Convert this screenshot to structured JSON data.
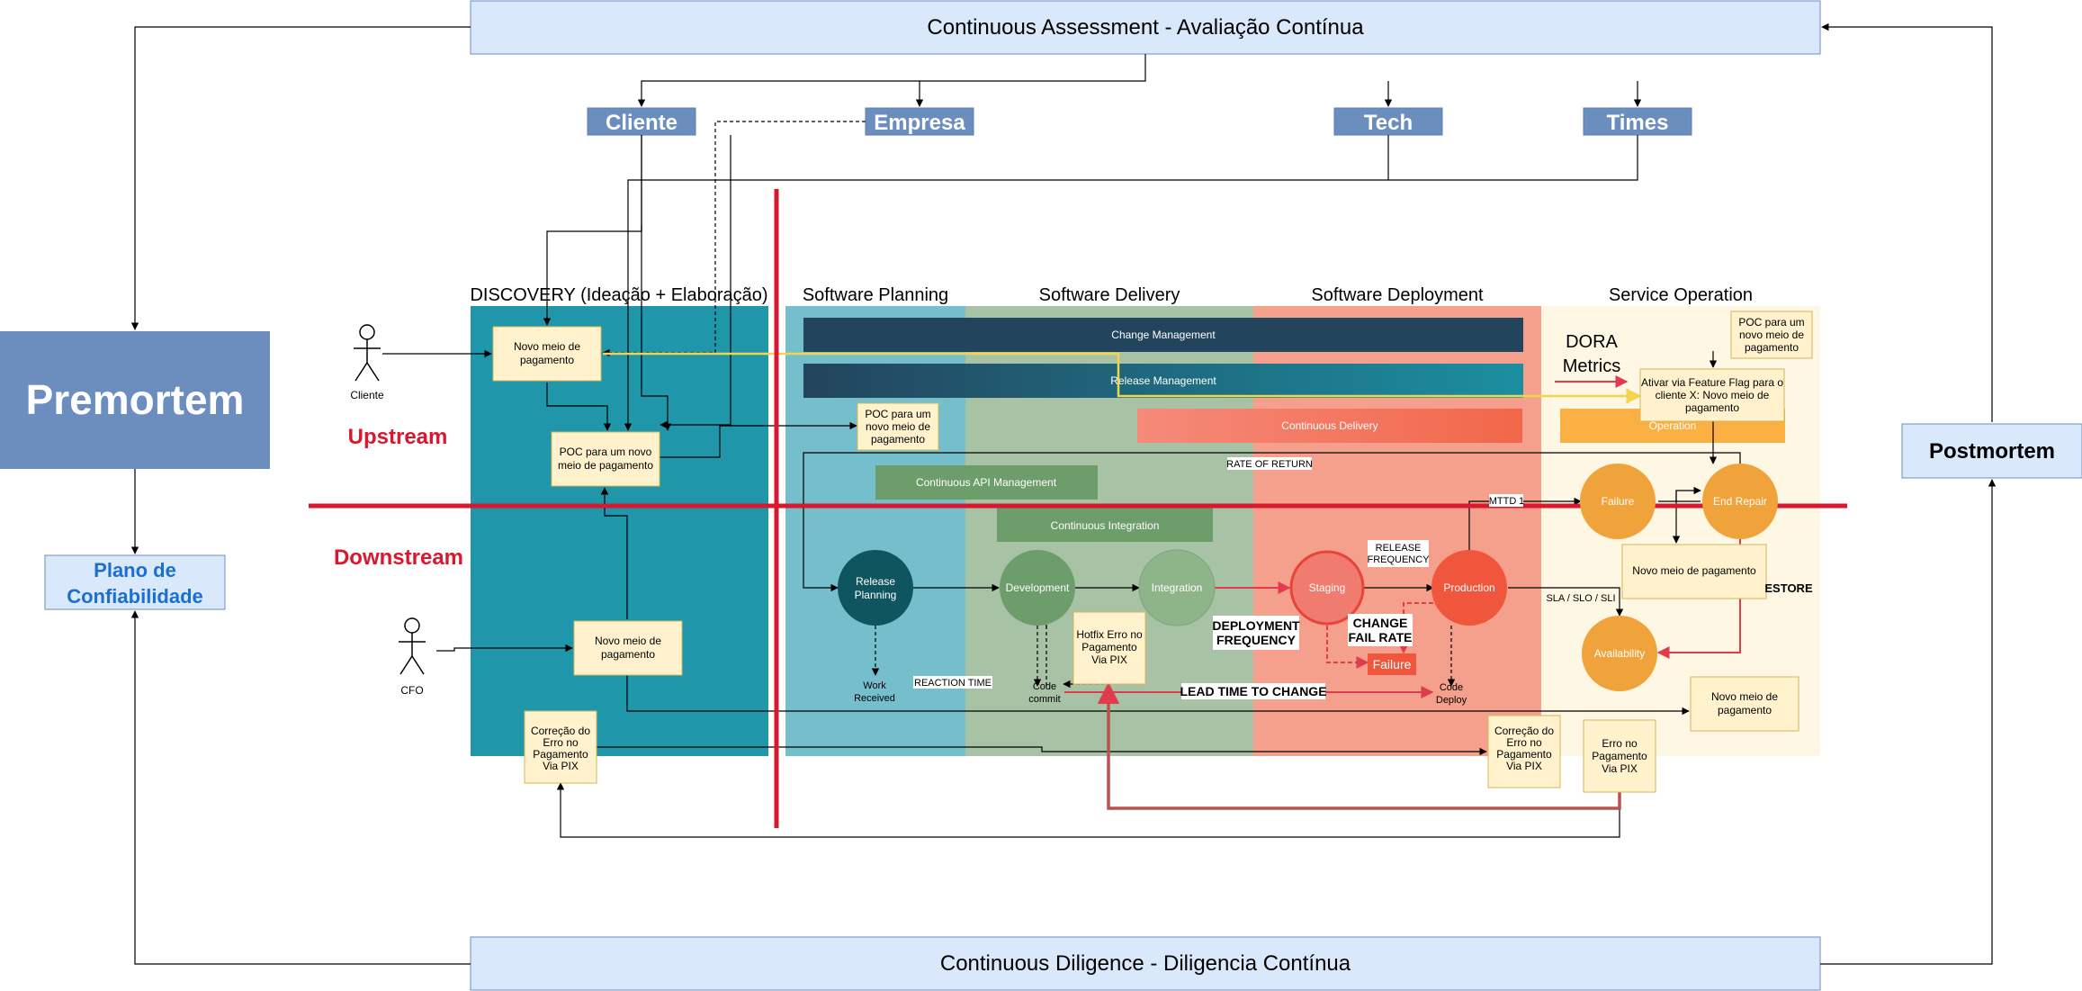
{
  "top_bar": "Continuous Assessment - Avaliação Contínua",
  "bottom_bar": "Continuous Diligence - Diligencia Contínua",
  "premortem": "Premortem",
  "postmortem": "Postmortem",
  "plano": [
    "Plano de",
    "Confiabilidade"
  ],
  "tags": [
    "Cliente",
    "Empresa",
    "Tech",
    "Times"
  ],
  "phases": [
    "DISCOVERY (Ideação + Elaboração)",
    "Software Planning",
    "Software Delivery",
    "Software Deployment",
    "Service Operation"
  ],
  "upstream": "Upstream",
  "downstream": "Downstream",
  "actors": [
    "Cliente",
    "CFO"
  ],
  "bars": {
    "change": "Change Management",
    "release": "Release Management",
    "cd": "Continuous Delivery",
    "operation": "Operation",
    "api": "Continuous API Management",
    "ci": "Continuous Integration"
  },
  "nodes": {
    "release_planning": [
      "Release",
      "Planning"
    ],
    "development": "Development",
    "integration": "Integration",
    "staging": "Staging",
    "production": "Production",
    "failure": "Failure",
    "end_repair": "End Repair",
    "availability": "Availability"
  },
  "notes": {
    "n1": [
      "Novo meio de",
      "pagamento"
    ],
    "n2": [
      "POC para um novo",
      "meio de pagamento"
    ],
    "n3": [
      "Novo meio de",
      "pagamento"
    ],
    "n4": [
      "Correção do",
      "Erro no",
      "Pagamento",
      "Via PIX"
    ],
    "n5": [
      "POC para um",
      "novo meio de",
      "pagamento"
    ],
    "n6": [
      "Hotfix Erro no",
      "Pagamento",
      "Via PIX"
    ],
    "n7": [
      "POC para um",
      "novo meio de",
      "pagamento"
    ],
    "n8": [
      "Ativar via Feature Flag para o",
      "cliente X: Novo meio de",
      "pagamento"
    ],
    "n9": "Novo meio de pagamento",
    "n10": [
      "Novo meio de",
      "pagamento"
    ],
    "n11": [
      "Correção do",
      "Erro no",
      "Pagamento",
      "Via PIX"
    ],
    "n12": [
      "Erro no",
      "Pagamento",
      "Via PIX"
    ]
  },
  "labels": {
    "dora": [
      "DORA",
      "Metrics"
    ],
    "rate_of_return": "RATE OF RETURN",
    "mttd": "MTTD",
    "release_freq": [
      "RELEASE",
      "FREQUENCY"
    ],
    "deploy_freq": [
      "DEPLOYMENT",
      "FREQUENCY"
    ],
    "cfr": [
      "CHANGE",
      "FAIL RATE"
    ],
    "failure_box": "Failure",
    "work_received": [
      "Work",
      "Received"
    ],
    "reaction_time": "REACTION TIME",
    "code_commit": [
      "Code",
      "commit"
    ],
    "lead_time": "LEAD TIME TO CHANGE",
    "code_deploy": [
      "Code",
      "Deploy"
    ],
    "sla": "SLA / SLO / SLI",
    "restore": "ESTORE",
    "mttd_suffix": "1"
  },
  "colors": {
    "light_blue": "#dae8fc",
    "tag_blue": "#6c8ebf",
    "discovery": "#1f96a9",
    "planning": "#74bfcb",
    "delivery": "#a7c2a4",
    "deployment": "#f5a08c",
    "operation": "#fdf7e3",
    "dark_navy": "#23445d",
    "red_line": "#d9172e",
    "note": "#fff2cc"
  }
}
